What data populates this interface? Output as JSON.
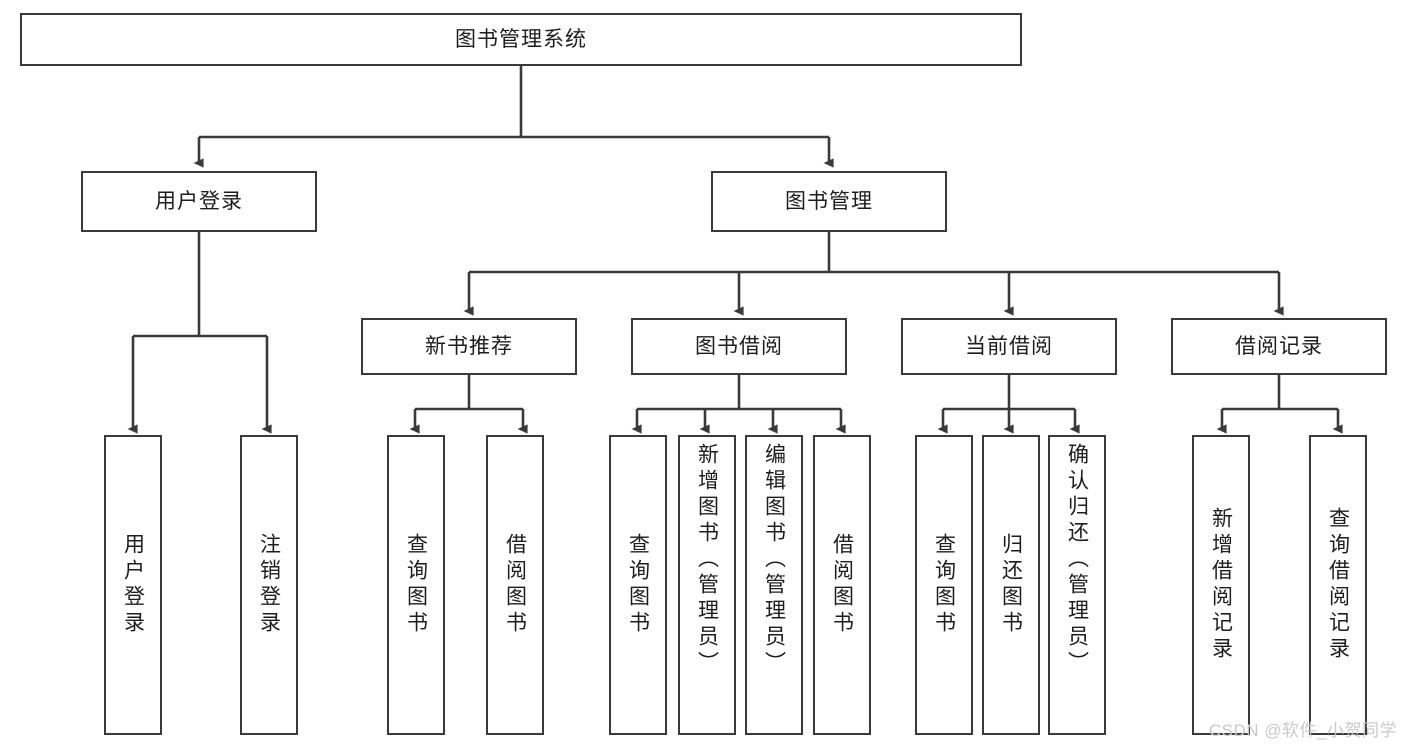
{
  "diagram": {
    "title": "图书管理系统",
    "type": "tree",
    "root": {
      "id": "root",
      "label": "图书管理系统",
      "orientation": "horizontal"
    },
    "level2": [
      {
        "id": "user-login",
        "label": "用户登录",
        "orientation": "horizontal"
      },
      {
        "id": "book-management",
        "label": "图书管理",
        "orientation": "horizontal"
      }
    ],
    "level3": [
      {
        "id": "new-book-recommend",
        "label": "新书推荐",
        "orientation": "horizontal",
        "parent": "book-management"
      },
      {
        "id": "book-borrow",
        "label": "图书借阅",
        "orientation": "horizontal",
        "parent": "book-management"
      },
      {
        "id": "current-borrow",
        "label": "当前借阅",
        "orientation": "horizontal",
        "parent": "book-management"
      },
      {
        "id": "borrow-record",
        "label": "借阅记录",
        "orientation": "horizontal",
        "parent": "book-management"
      }
    ],
    "leaves": [
      {
        "id": "leaf-user-login",
        "label": "用户登录",
        "parent": "user-login"
      },
      {
        "id": "leaf-user-logout",
        "label": "注销登录",
        "parent": "user-login"
      },
      {
        "id": "leaf-query-book-1",
        "label": "查询图书",
        "parent": "new-book-recommend"
      },
      {
        "id": "leaf-borrow-book-1",
        "label": "借阅图书",
        "parent": "new-book-recommend"
      },
      {
        "id": "leaf-query-book-2",
        "label": "查询图书",
        "parent": "book-borrow"
      },
      {
        "id": "leaf-add-book",
        "label": "新增图书（管理员）",
        "parent": "book-borrow"
      },
      {
        "id": "leaf-edit-book",
        "label": "编辑图书（管理员）",
        "parent": "book-borrow"
      },
      {
        "id": "leaf-borrow-book-2",
        "label": "借阅图书",
        "parent": "book-borrow"
      },
      {
        "id": "leaf-query-book-3",
        "label": "查询图书",
        "parent": "current-borrow"
      },
      {
        "id": "leaf-return-book",
        "label": "归还图书",
        "parent": "current-borrow"
      },
      {
        "id": "leaf-confirm-return",
        "label": "确认归还（管理员）",
        "parent": "current-borrow"
      },
      {
        "id": "leaf-add-record",
        "label": "新增借阅记录",
        "parent": "borrow-record"
      },
      {
        "id": "leaf-query-record",
        "label": "查询借阅记录",
        "parent": "borrow-record"
      }
    ],
    "colors": {
      "box_border": "#3a3a3a",
      "box_fill": "#ffffff",
      "connector": "#3a3a3a",
      "text": "#1d1d1d",
      "watermark": "#c9c9c9",
      "background": "#ffffff"
    }
  },
  "watermark": {
    "text": "CSDN @软件_小贺同学"
  }
}
